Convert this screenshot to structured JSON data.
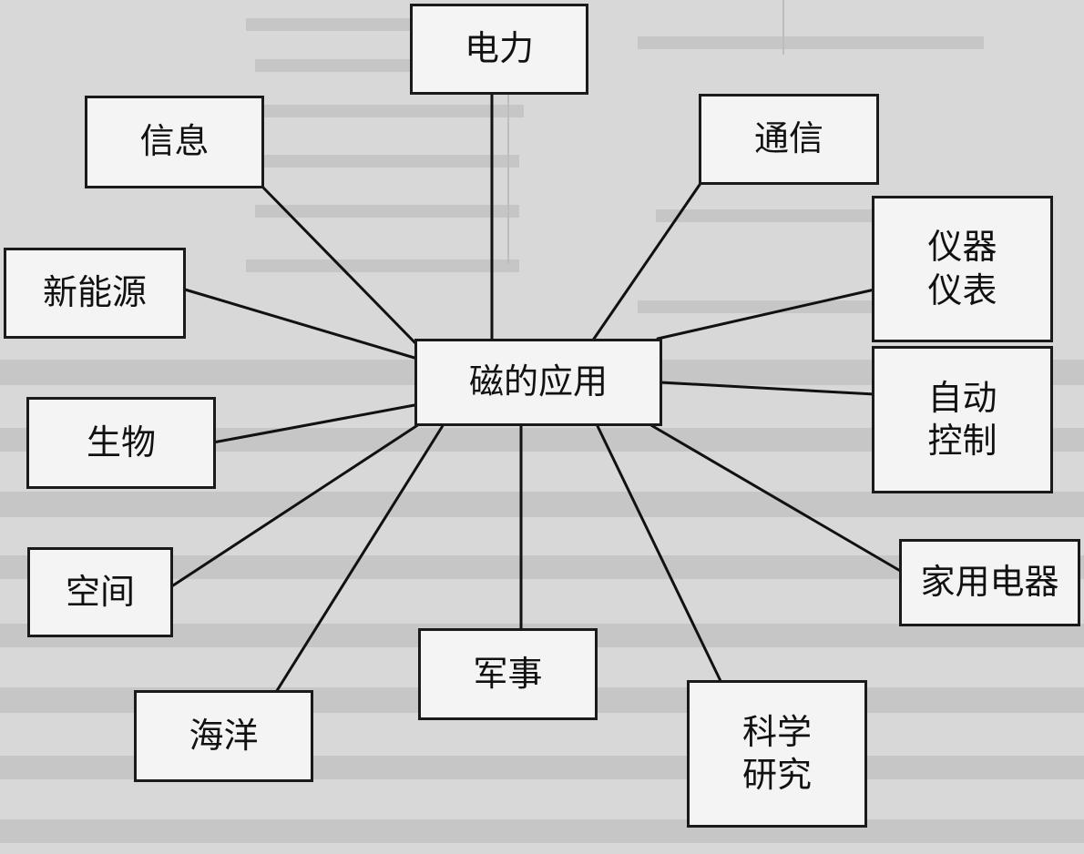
{
  "center": {
    "label": "磁的应用"
  },
  "nodes": [
    {
      "id": "power",
      "label": "电力"
    },
    {
      "id": "info",
      "label": "信息"
    },
    {
      "id": "comm",
      "label": "通信"
    },
    {
      "id": "instrument",
      "label": "仪器\n仪表"
    },
    {
      "id": "energy",
      "label": "新能源"
    },
    {
      "id": "auto",
      "label": "自动\n控制"
    },
    {
      "id": "bio",
      "label": "生物"
    },
    {
      "id": "appliance",
      "label": "家用电器"
    },
    {
      "id": "space",
      "label": "空间"
    },
    {
      "id": "military",
      "label": "军事"
    },
    {
      "id": "ocean",
      "label": "海洋"
    },
    {
      "id": "research",
      "label": "科学\n研究"
    }
  ],
  "colors": {
    "line": "#111111",
    "box_border": "#1a1a1a",
    "box_fill": "#f4f4f4",
    "paper": "#d9d9d9"
  }
}
